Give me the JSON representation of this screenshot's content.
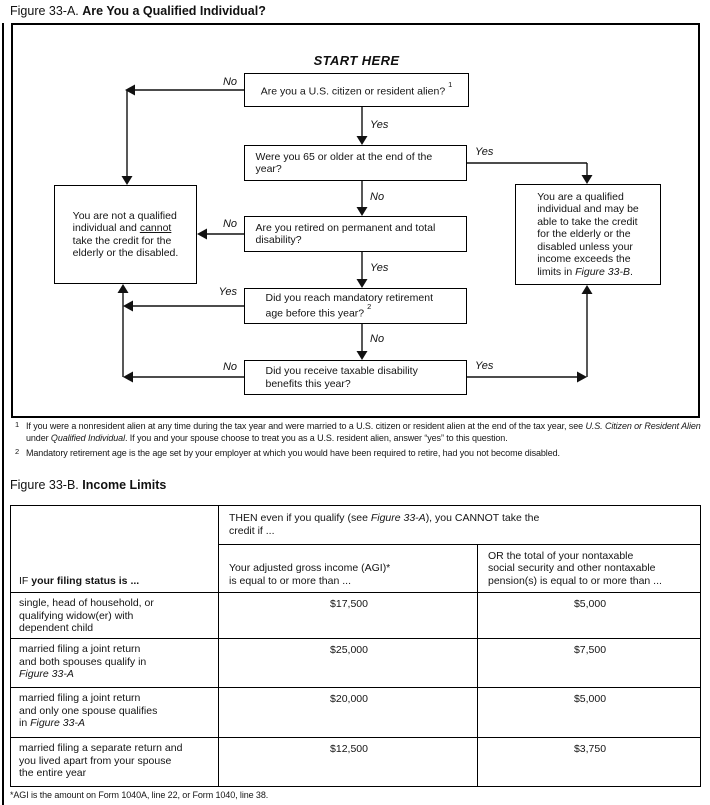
{
  "figure_a": {
    "title_prefix": "Figure 33-A.",
    "title": "Are You a Qualified Individual?",
    "start_here": "START HERE",
    "label_yes": "Yes",
    "label_no": "No",
    "q1": {
      "text": "Are you a U.S. citizen or resident alien?",
      "footnote_ref": "1"
    },
    "q2": {
      "text": "Were you 65 or older at the end of the year?"
    },
    "q3": {
      "text": "Are you retired on permanent and total disability?"
    },
    "q4": {
      "text": "Did you reach mandatory retirement age before this year?",
      "footnote_ref": "2"
    },
    "q5": {
      "text": "Did you receive taxable disability benefits this year?"
    },
    "not_qualified": {
      "line1": "You are not a qualified",
      "line2_pre": "individual and ",
      "line2_underline": "cannot",
      "line3": "take the credit for the",
      "line4": "elderly or the disabled."
    },
    "qualified": {
      "line1": "You are a qualified",
      "line2": "individual and may be",
      "line3": "able to take the credit",
      "line4": "for the elderly or the",
      "line5": "disabled unless your",
      "line6": "income exceeds the",
      "line7_pre": "limits in ",
      "line7_italic": "Figure 33-B",
      "line7_post": "."
    },
    "footnote1": {
      "ref": "1",
      "pre": "If you were a nonresident alien at any time during the tax year and were married to a U.S. citizen or resident alien at the end of the tax year, see ",
      "italic1": "U.S. Citizen or Resident Alien",
      "mid": " under ",
      "italic2": "Qualified Individual",
      "post": ". If you and your spouse choose to treat you as a U.S. resident alien, answer “yes” to this question."
    },
    "footnote2": {
      "ref": "2",
      "text": "Mandatory retirement age is the age set by your employer at which you would have been required to retire, had you not become disabled."
    }
  },
  "figure_b": {
    "title_prefix": "Figure 33-B.",
    "title": "Income Limits",
    "header": {
      "col1_bold": "IF",
      "col1_rest": " your filing status is ...",
      "then_bold1": "THEN",
      "then_t1": " even if you qualify (see ",
      "then_italic": "Figure 33-A",
      "then_t2": "), you ",
      "then_bold2": "CANNOT",
      "then_t3": " take the",
      "then_line2": "credit if ...",
      "agi_line1": "Your adjusted gross income (AGI)*",
      "agi_line2": "is equal to or more than ...",
      "pension_bold": "OR",
      "pension_l1_rest": " the total of your nontaxable",
      "pension_l2": "social security and other nontaxable",
      "pension_l3": "pension(s) is equal to or more than ..."
    },
    "rows": [
      {
        "l1": "single, head of household, or",
        "l2": "qualifying widow(er) with",
        "l3": "dependent child",
        "l3_italic": "",
        "agi": "$17,500",
        "pension": "$5,000"
      },
      {
        "l1": "married filing a joint return",
        "l2": "and both spouses qualify in",
        "l3": "",
        "l3_italic": "Figure 33-A",
        "agi": "$25,000",
        "pension": "$7,500"
      },
      {
        "l1": "married filing a joint return",
        "l2": "and only one spouse qualifies",
        "l3": "in ",
        "l3_italic": "Figure 33-A",
        "agi": "$20,000",
        "pension": "$5,000"
      },
      {
        "l1": "married filing a separate return and",
        "l2": "you lived apart from your spouse",
        "l3": "the entire year",
        "l3_italic": "",
        "agi": "$12,500",
        "pension": "$3,750"
      }
    ],
    "footnote": "*AGI is the amount on Form 1040A, line 22, or Form 1040, line 38."
  }
}
